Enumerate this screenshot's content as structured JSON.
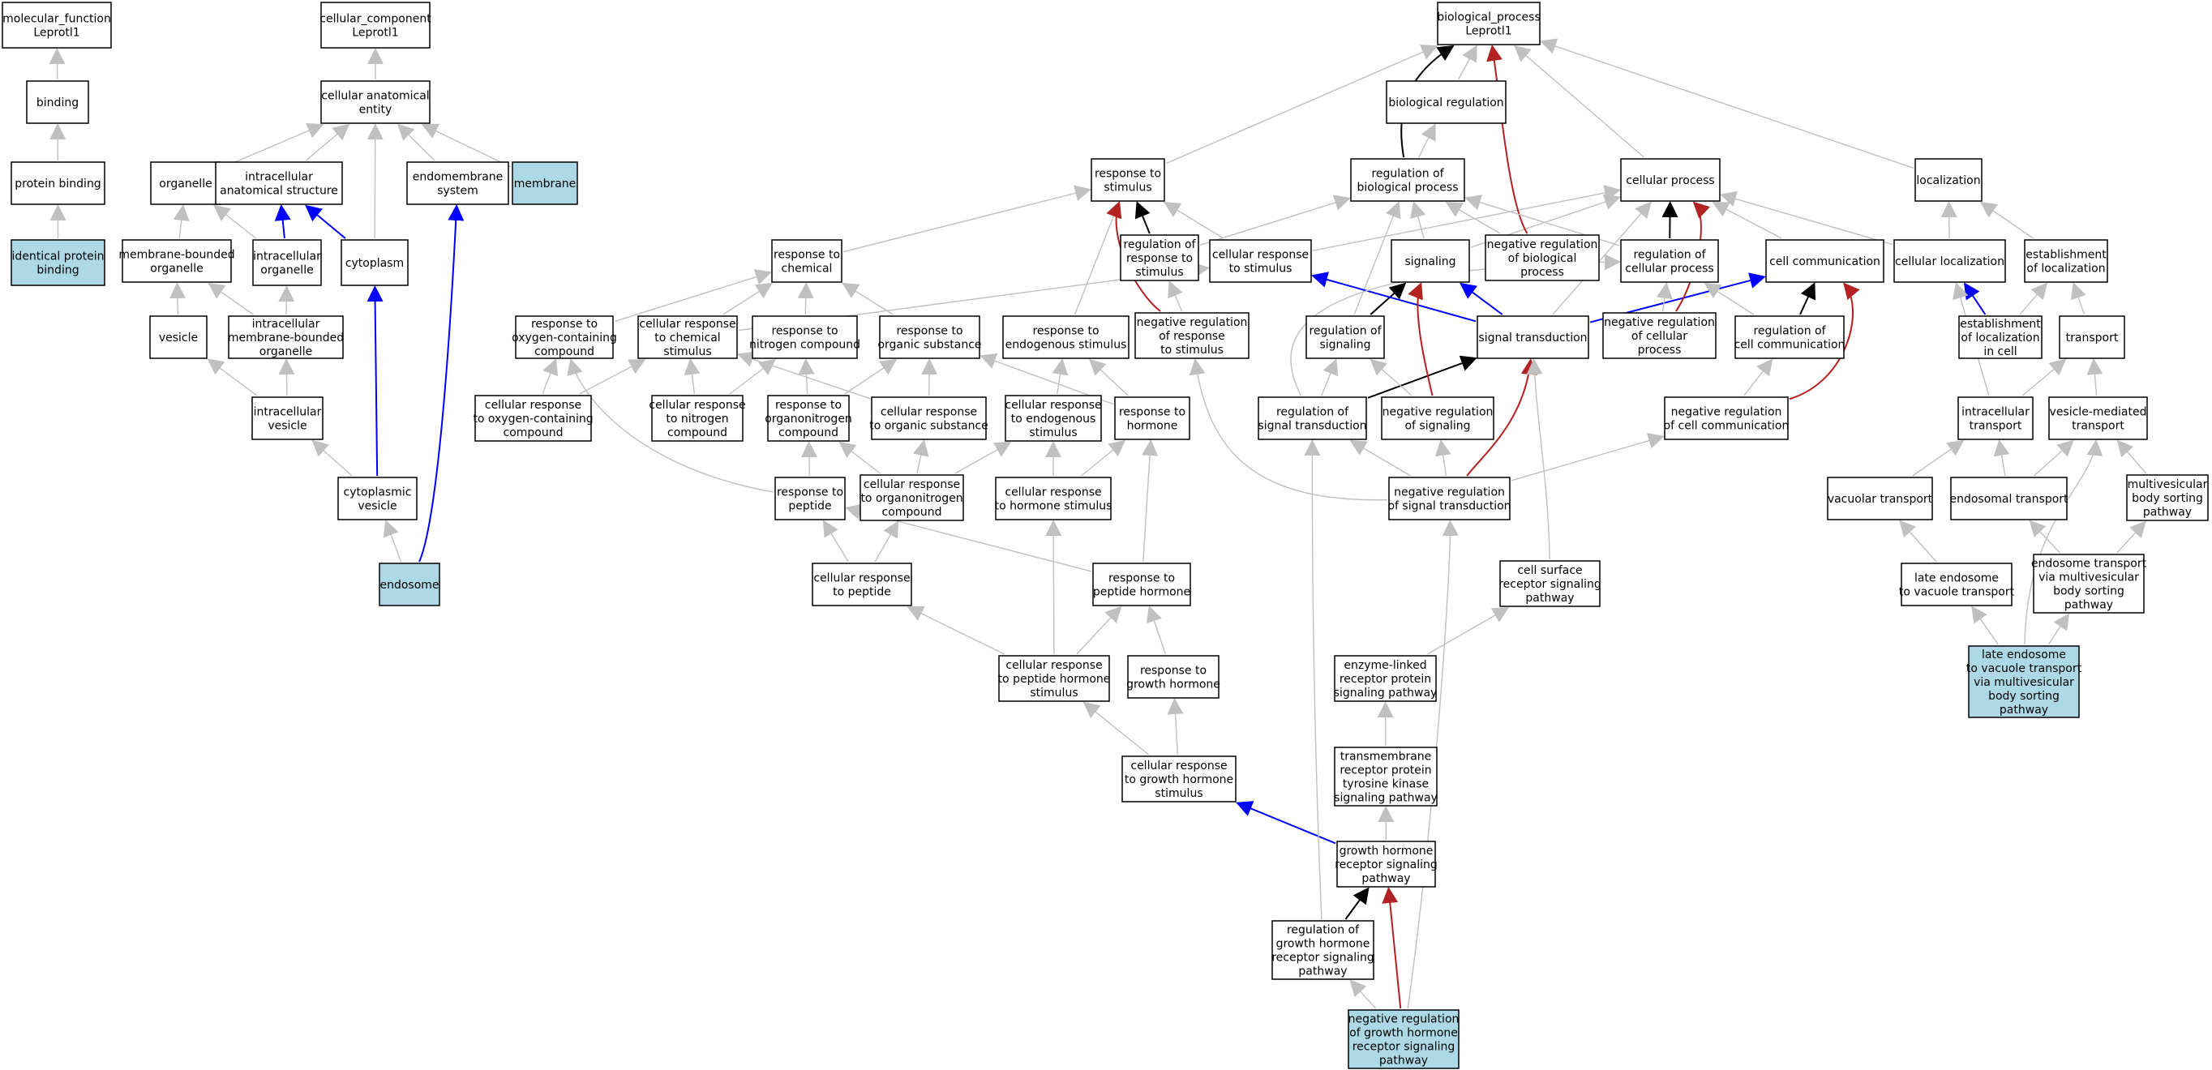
{
  "colors": {
    "hl": "#add8e6",
    "node": "#ffffff",
    "is_a": "#c0c0c0",
    "part_of": "#0000ff",
    "regulates": "#000000",
    "neg_reg": "#b22222"
  },
  "nodes": {
    "mf": [
      "molecular_function",
      "Leprotl1"
    ],
    "bind": [
      "binding"
    ],
    "pbind": [
      "protein binding"
    ],
    "ipb": [
      "identical protein",
      "binding"
    ],
    "cc": [
      "cellular_component",
      "Leprotl1"
    ],
    "cae": [
      "cellular anatomical",
      "entity"
    ],
    "org": [
      "organelle"
    ],
    "ias": [
      "intracellular",
      "anatomical structure"
    ],
    "ems": [
      "endomembrane",
      "system"
    ],
    "mem": [
      "membrane"
    ],
    "mbo": [
      "membrane-bounded",
      "organelle"
    ],
    "io": [
      "intracellular",
      "organelle"
    ],
    "cyto": [
      "cytoplasm"
    ],
    "ves": [
      "vesicle"
    ],
    "imbo": [
      "intracellular",
      "membrane-bounded",
      "organelle"
    ],
    "iv": [
      "intracellular",
      "vesicle"
    ],
    "cv": [
      "cytoplasmic",
      "vesicle"
    ],
    "endo": [
      "endosome"
    ],
    "bp": [
      "biological_process",
      "Leprotl1"
    ],
    "breg": [
      "biological regulation"
    ],
    "rbp": [
      "regulation of",
      "biological process"
    ],
    "rts": [
      "response to",
      "stimulus"
    ],
    "cp": [
      "cellular process"
    ],
    "loc": [
      "localization"
    ],
    "rrs": [
      "regulation of",
      "response to",
      "stimulus"
    ],
    "crs": [
      "cellular response",
      "to stimulus"
    ],
    "sig": [
      "signaling"
    ],
    "nrbp": [
      "negative regulation",
      "of biological",
      "process"
    ],
    "rcp": [
      "regulation of",
      "cellular process"
    ],
    "cc2": [
      "cell communication"
    ],
    "cl": [
      "cellular localization"
    ],
    "eol": [
      "establishment",
      "of localization"
    ],
    "rtc": [
      "response to",
      "chemical"
    ],
    "rocc": [
      "response to",
      "oxygen-containing",
      "compound"
    ],
    "crcs": [
      "cellular response",
      "to chemical",
      "stimulus"
    ],
    "rnc": [
      "response to",
      "nitrogen compound"
    ],
    "ros": [
      "response to",
      "organic substance"
    ],
    "res": [
      "response to",
      "endogenous stimulus"
    ],
    "nrrs": [
      "negative regulation",
      "of response",
      "to stimulus"
    ],
    "rsig": [
      "regulation of",
      "signaling"
    ],
    "st": [
      "signal transduction"
    ],
    "nrcp": [
      "negative regulation",
      "of cellular",
      "process"
    ],
    "rcc": [
      "regulation of",
      "cell communication"
    ],
    "elc": [
      "establishment",
      "of localization",
      "in cell"
    ],
    "tr": [
      "transport"
    ],
    "crocc": [
      "cellular response",
      "to oxygen-containing",
      "compound"
    ],
    "crnc": [
      "cellular response",
      "to nitrogen",
      "compound"
    ],
    "ronc": [
      "response to",
      "organonitrogen",
      "compound"
    ],
    "cros": [
      "cellular response",
      "to organic substance"
    ],
    "cres": [
      "cellular response",
      "to endogenous",
      "stimulus"
    ],
    "rh": [
      "response to",
      "hormone"
    ],
    "rst": [
      "regulation of",
      "signal transduction"
    ],
    "nrs": [
      "negative regulation",
      "of signaling"
    ],
    "nrcc": [
      "negative regulation",
      "of cell communication"
    ],
    "it": [
      "intracellular",
      "transport"
    ],
    "vmt": [
      "vesicle-mediated",
      "transport"
    ],
    "rpep": [
      "response to",
      "peptide"
    ],
    "cronc": [
      "cellular response",
      "to organonitrogen",
      "compound"
    ],
    "crhs": [
      "cellular response",
      "to hormone stimulus"
    ],
    "nrst": [
      "negative regulation",
      "of signal transduction"
    ],
    "vt": [
      "vacuolar transport"
    ],
    "et": [
      "endosomal transport"
    ],
    "mbsp": [
      "multivesicular",
      "body sorting",
      "pathway"
    ],
    "crp": [
      "cellular response",
      "to peptide"
    ],
    "rph": [
      "response to",
      "peptide hormone"
    ],
    "csrsp": [
      "cell surface",
      "receptor signaling",
      "pathway"
    ],
    "levt": [
      "late endosome",
      "to vacuole transport"
    ],
    "etmv": [
      "endosome transport",
      "via multivesicular",
      "body sorting",
      "pathway"
    ],
    "crphs": [
      "cellular response",
      "to peptide hormone",
      "stimulus"
    ],
    "rgh": [
      "response to",
      "growth hormone"
    ],
    "elrp": [
      "enzyme-linked",
      "receptor protein",
      "signaling pathway"
    ],
    "levtm": [
      "late endosome",
      "to vacuole transport",
      "via multivesicular",
      "body sorting",
      "pathway"
    ],
    "crghs": [
      "cellular response",
      "to growth hormone",
      "stimulus"
    ],
    "trptk": [
      "transmembrane",
      "receptor protein",
      "tyrosine kinase",
      "signaling pathway"
    ],
    "ghrsp": [
      "growth hormone",
      "receptor signaling",
      "pathway"
    ],
    "rghrsp": [
      "regulation of",
      "growth hormone",
      "receptor signaling",
      "pathway"
    ],
    "nrghrsp": [
      "negative regulation",
      "of growth hormone",
      "receptor signaling",
      "pathway"
    ]
  }
}
